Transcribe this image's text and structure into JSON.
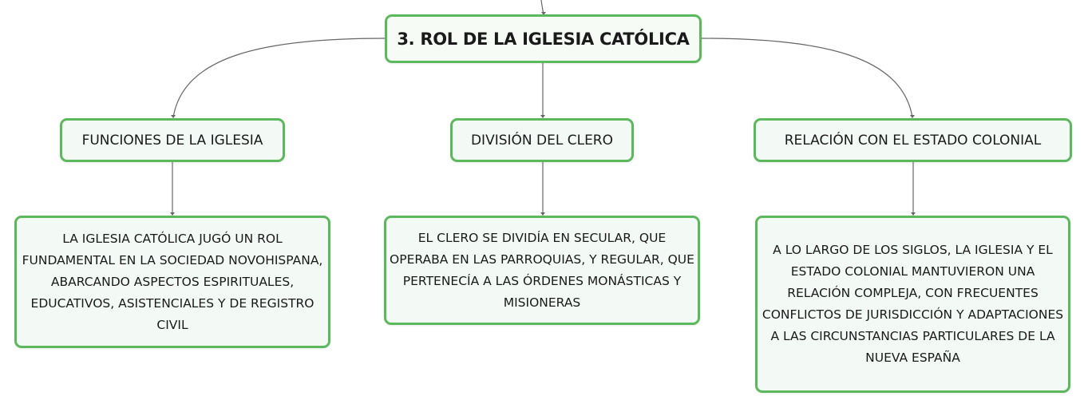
{
  "root": {
    "label": "3. ROL DE LA IGLESIA CATÓLICA"
  },
  "topics": [
    {
      "label": "FUNCIONES DE LA IGLESIA",
      "detail": "LA IGLESIA CATÓLICA JUGÓ UN ROL FUNDAMENTAL EN LA SOCIEDAD NOVOHISPANA, ABARCANDO ASPECTOS ESPIRITUALES, EDUCATIVOS, ASISTENCIALES Y DE REGISTRO CIVIL"
    },
    {
      "label": "DIVISIÓN DEL CLERO",
      "detail": "EL CLERO SE DIVIDÍA EN SECULAR, QUE OPERABA EN LAS PARROQUIAS, Y REGULAR, QUE PERTENECÍA A LAS ÓRDENES MONÁSTICAS Y MISIONERAS"
    },
    {
      "label": "RELACIÓN CON EL ESTADO COLONIAL",
      "detail": "A LO LARGO DE LOS SIGLOS, LA IGLESIA Y EL ESTADO COLONIAL MANTUVIERON UNA RELACIÓN COMPLEJA, CON FRECUENTES CONFLICTOS DE JURISDICCIÓN Y ADAPTACIONES A LAS CIRCUNSTANCIAS PARTICULARES DE LA NUEVA ESPAÑA"
    }
  ],
  "colors": {
    "node_border": "#5cb85c",
    "node_fill": "#f3f9f4",
    "connector": "#666666"
  }
}
